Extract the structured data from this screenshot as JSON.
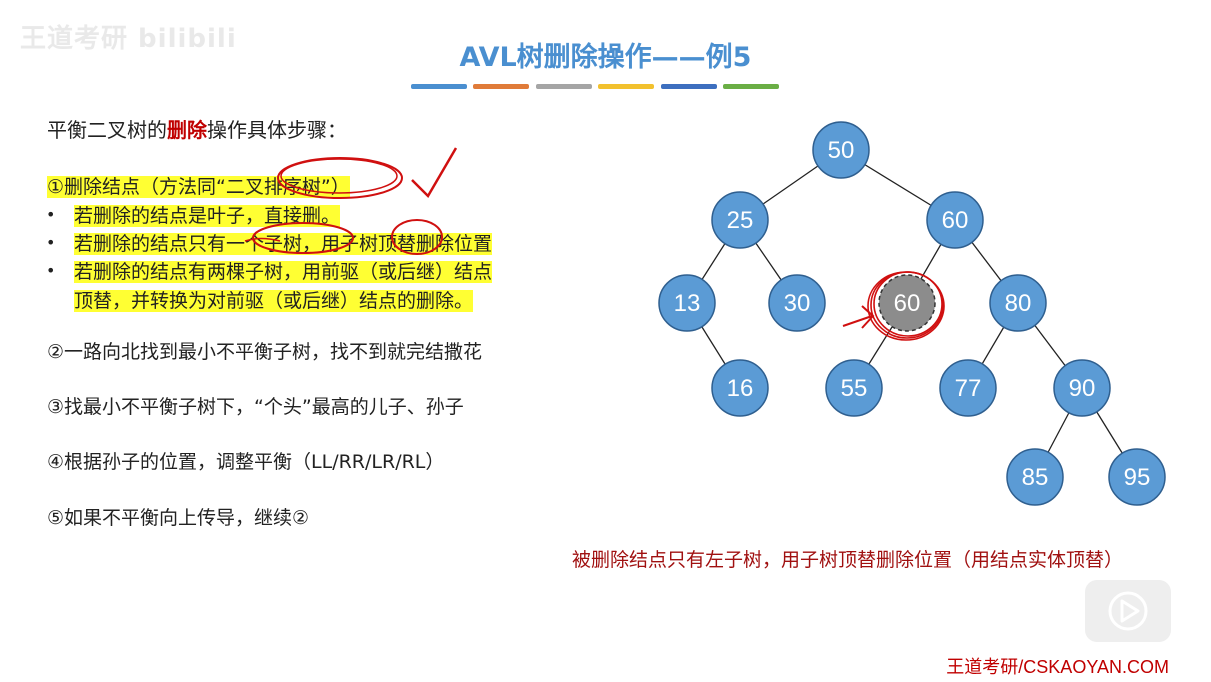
{
  "watermark": "王道考研 bilibili",
  "title": "AVL树删除操作——例5",
  "accent_colors": [
    "#4a8fd0",
    "#e07b39",
    "#a5a5a5",
    "#f2c12e",
    "#3d6fbf",
    "#6aae45"
  ],
  "steps": {
    "heading_prefix": "平衡二叉树的",
    "heading_red": "删除",
    "heading_suffix": "操作具体步骤：",
    "step1": "①删除结点（方法同“二叉排序树”）",
    "bullet_a": "若删除的结点是叶子，直接删。",
    "bullet_b": "若删除的结点只有一个子树，用子树顶替删除位置",
    "bullet_c1": "若删除的结点有两棵子树，用前驱（或后继）结点",
    "bullet_c2": "顶替，并转换为对前驱（或后继）结点的删除。",
    "step2": "②一路向北找到最小不平衡子树，找不到就完结撒花",
    "step3": "③找最小不平衡子树下，“个头”最高的儿子、孙子",
    "step4": "④根据孙子的位置，调整平衡（LL/RR/LR/RL）",
    "step5": "⑤如果不平衡向上传导，继续②"
  },
  "tree": {
    "node_color": "#5b9bd5",
    "deleted_color": "#8c8c8c",
    "nodes": [
      {
        "id": "n50",
        "label": "50"
      },
      {
        "id": "n25",
        "label": "25"
      },
      {
        "id": "n60",
        "label": "60"
      },
      {
        "id": "n13",
        "label": "13"
      },
      {
        "id": "n30",
        "label": "30"
      },
      {
        "id": "n60del",
        "label": "60",
        "deleted": true
      },
      {
        "id": "n80",
        "label": "80"
      },
      {
        "id": "n16",
        "label": "16"
      },
      {
        "id": "n55",
        "label": "55"
      },
      {
        "id": "n77",
        "label": "77"
      },
      {
        "id": "n90",
        "label": "90"
      },
      {
        "id": "n85",
        "label": "85"
      },
      {
        "id": "n95",
        "label": "95"
      }
    ],
    "edges": [
      [
        "n50",
        "n25"
      ],
      [
        "n50",
        "n60"
      ],
      [
        "n25",
        "n13"
      ],
      [
        "n25",
        "n30"
      ],
      [
        "n60",
        "n60del"
      ],
      [
        "n60",
        "n80"
      ],
      [
        "n13",
        "n16"
      ],
      [
        "n60del",
        "n55"
      ],
      [
        "n80",
        "n77"
      ],
      [
        "n80",
        "n90"
      ],
      [
        "n90",
        "n85"
      ],
      [
        "n90",
        "n95"
      ]
    ]
  },
  "caption": "被删除结点只有左子树，用子树顶替删除位置（用结点实体顶替）",
  "footer": "王道考研/CSKAOYAN.COM"
}
